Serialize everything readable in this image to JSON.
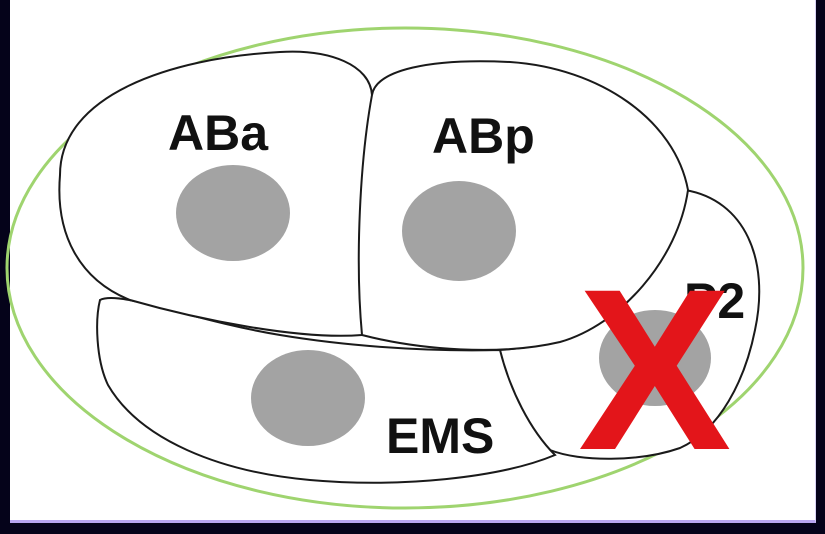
{
  "diagram": {
    "labels": {
      "aba": "ABa",
      "abp": "ABp",
      "ems": "EMS",
      "p2": "P2"
    },
    "ablation_mark": "X",
    "colors": {
      "background": "#05031a",
      "panel": "#ffffff",
      "eggshell": "#9fd46f",
      "cell_outline": "#1a1a1a",
      "nucleus": "#a3a3a3",
      "ablation": "#e3151a",
      "label": "#111111"
    }
  }
}
